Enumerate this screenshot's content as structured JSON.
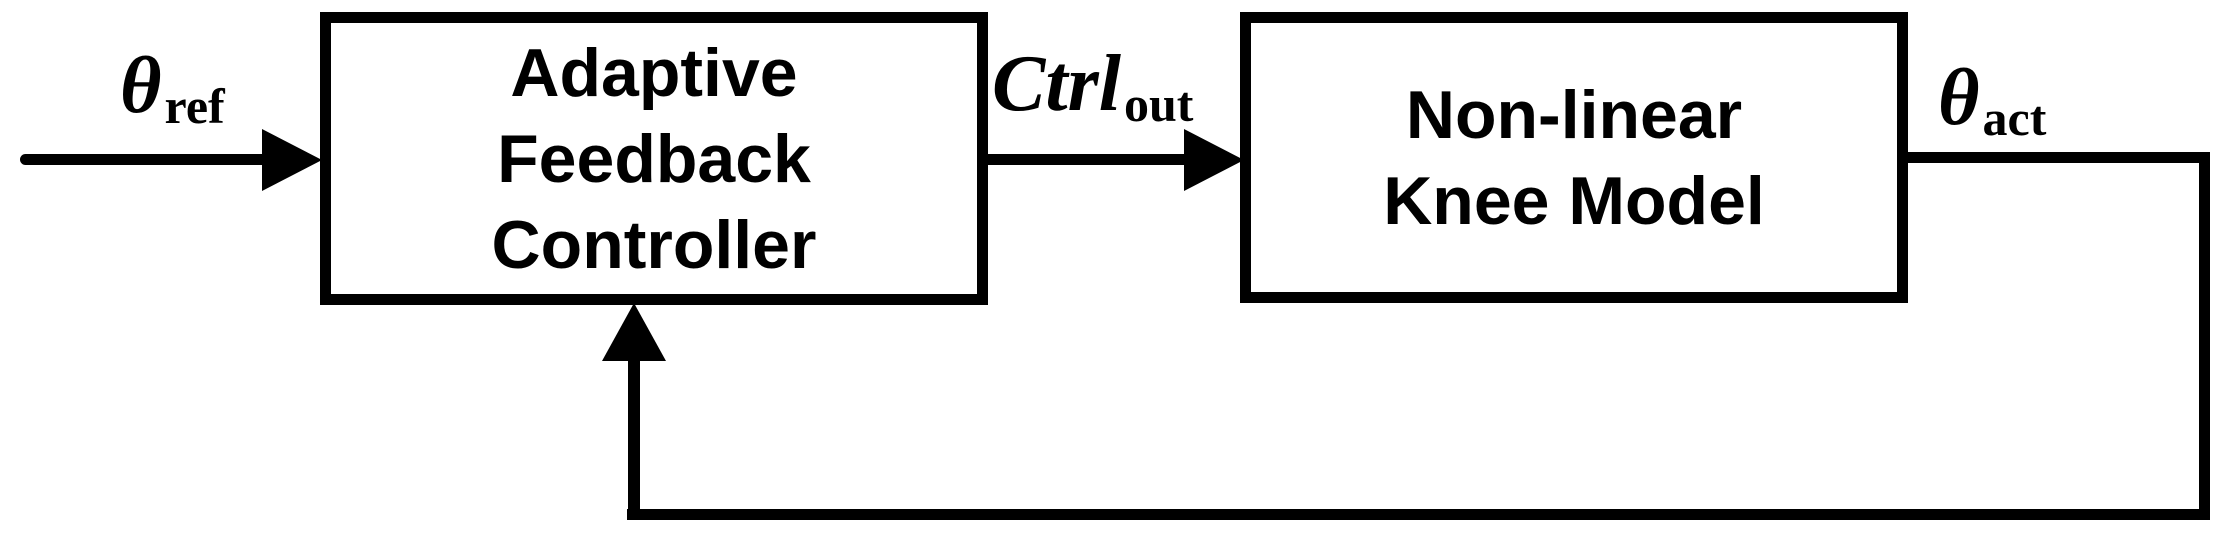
{
  "diagram": {
    "type": "control-loop-block-diagram",
    "background_color": "#ffffff",
    "line_color": "#000000",
    "blocks": [
      {
        "id": "controller",
        "lines": [
          "Adaptive",
          "Feedback",
          "Controller"
        ]
      },
      {
        "id": "plant",
        "lines": [
          "Non-linear",
          "Knee Model"
        ]
      }
    ],
    "signals": {
      "reference": {
        "symbol": "θ",
        "subscript": "ref",
        "path": "input arrow into Adaptive Feedback Controller"
      },
      "control": {
        "symbol": "Ctrl",
        "subscript": "out",
        "path": "arrow from Adaptive Feedback Controller to Non-linear Knee Model"
      },
      "actual": {
        "symbol": "θ",
        "subscript": "act",
        "path": "output of Non-linear Knee Model fed back into bottom of Adaptive Feedback Controller"
      }
    }
  }
}
